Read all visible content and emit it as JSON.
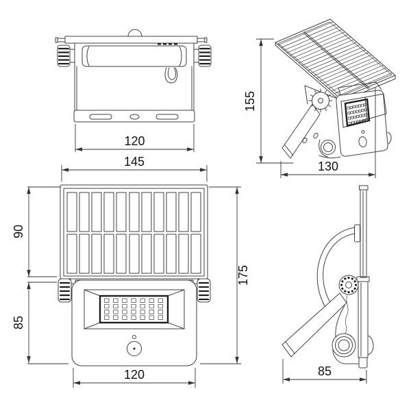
{
  "colors": {
    "line": "#3f3f3f",
    "line-dark": "#1e1e1e",
    "dim": "#333333",
    "text": "#111111",
    "bg": "#ffffff"
  },
  "views": {
    "top": {
      "dimensions": {
        "bracket_width": "120"
      }
    },
    "perspective": {
      "dimensions": {
        "height": "155",
        "depth": "130"
      }
    },
    "front": {
      "dimensions": {
        "panel_width": "145",
        "panel_height": "90",
        "body_height": "85",
        "total_height": "175",
        "body_width": "120"
      }
    },
    "side": {
      "dimensions": {
        "depth": "85"
      }
    }
  }
}
